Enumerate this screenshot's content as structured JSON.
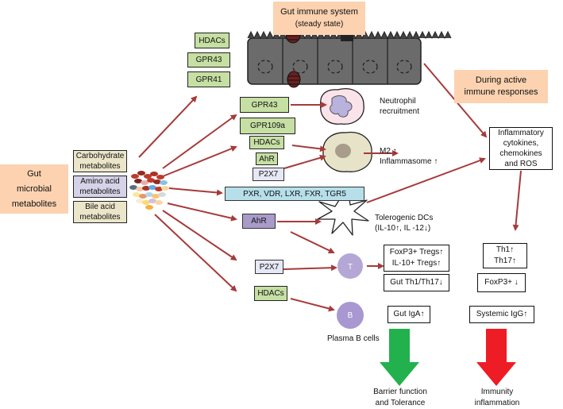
{
  "header": {
    "gut_immune": "Gut immune system",
    "steady_state": "(steady state)",
    "during_active": "During active",
    "immune_responses": "immune responses"
  },
  "left": {
    "gut": "Gut",
    "microbial": "microbial",
    "metabolites": "metabolites"
  },
  "metabolite_boxes": {
    "carb1": "Carbohydrate",
    "carb2": "metabolites",
    "amino1": "Amino acid",
    "amino2": "metabolites",
    "bile1": "Bile acid",
    "bile2": "metabolites"
  },
  "receptors": {
    "hdacs_top": "HDACs",
    "gpr43_top": "GPR43",
    "gpr41": "GPR41",
    "gpr43_mid": "GPR43",
    "gpr109a": "GPR109a",
    "hdacs_mid": "HDACs",
    "ahr_mid": "AhR",
    "p2x7_mid": "P2X7",
    "nuclear": "PXR, VDR, LXR, FXR, TGR5",
    "ahr_low": "AhR",
    "p2x7_low": "P2X7",
    "hdacs_low": "HDACs"
  },
  "cells": {
    "neutrophil1": "Neutrophil",
    "neutrophil2": "recruitment",
    "m2": "M2 ↑",
    "inflammasome": "Inflammasome ↑",
    "tolerogenic": "Tolerogenic DCs",
    "il": "(IL-10↑, IL -12↓)",
    "t_label": "T",
    "b_label": "B",
    "plasma": "Plasma B cells"
  },
  "outcomes": {
    "foxp3_tregs": "FoxP3+ Tregs↑",
    "il10_tregs": "IL-10+ Tregs↑",
    "gut_th": "Gut Th1/Th17↓",
    "gut_iga": "Gut IgA↑",
    "inflam1": "Inflammatory",
    "inflam2": "cytokines,",
    "inflam3": "chemokines",
    "inflam4": "and ROS",
    "th1": "Th1↑",
    "th17": "Th17↑",
    "foxp3_down": "FoxP3+ ↓",
    "systemic_igg": "Systemic IgG↑",
    "barrier1": "Barrier function",
    "barrier2": "and Tolerance",
    "immunity1": "Immunity",
    "immunity2": "inflammation"
  },
  "colors": {
    "arrow": "#a63a3a",
    "peach": "#fcd2b0",
    "green_arrow": "#22b14c",
    "red_arrow": "#ee1c24",
    "t_cell": "#b4a7d6",
    "b_cell": "#a897d0",
    "epithelium": "#555555"
  }
}
